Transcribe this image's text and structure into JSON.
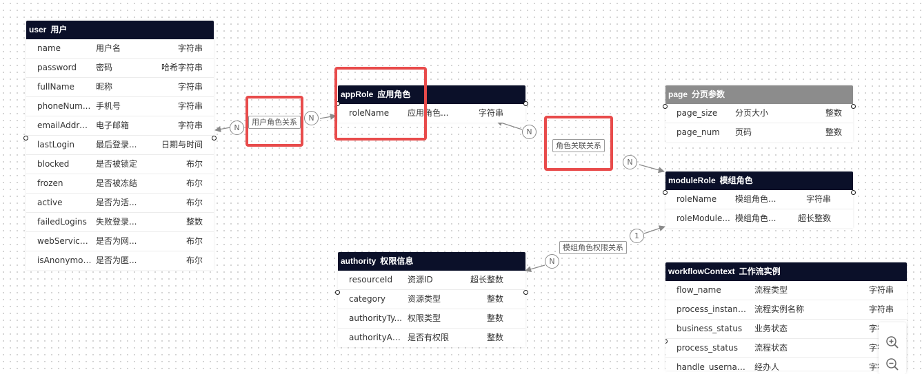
{
  "entities": {
    "user": {
      "name": "user",
      "label": "用户",
      "fields": [
        {
          "name": "name",
          "label": "用户名",
          "type": "字符串"
        },
        {
          "name": "password",
          "label": "密码",
          "type": "哈希字符串"
        },
        {
          "name": "fullName",
          "label": "昵称",
          "type": "字符串"
        },
        {
          "name": "phoneNum...",
          "label": "手机号",
          "type": "字符串"
        },
        {
          "name": "emailAddress",
          "label": "电子邮箱",
          "type": "字符串"
        },
        {
          "name": "lastLogin",
          "label": "最后登录...",
          "type": "日期与时间"
        },
        {
          "name": "blocked",
          "label": "是否被锁定",
          "type": "布尔"
        },
        {
          "name": "frozen",
          "label": "是否被冻结",
          "type": "布尔"
        },
        {
          "name": "active",
          "label": "是否为活...",
          "type": "布尔"
        },
        {
          "name": "failedLogins",
          "label": "失败登录...",
          "type": "整数"
        },
        {
          "name": "webService...",
          "label": "是否为网...",
          "type": "布尔"
        },
        {
          "name": "isAnonymous",
          "label": "是否为匿...",
          "type": "布尔"
        }
      ]
    },
    "appRole": {
      "name": "appRole",
      "label": "应用角色",
      "fields": [
        {
          "name": "roleName",
          "label": "应用角色...",
          "type": "字符串"
        }
      ]
    },
    "page": {
      "name": "page",
      "label": "分页参数",
      "fields": [
        {
          "name": "page_size",
          "label": "分页大小",
          "type": "整数"
        },
        {
          "name": "page_num",
          "label": "页码",
          "type": "整数"
        }
      ]
    },
    "moduleRole": {
      "name": "moduleRole",
      "label": "模组角色",
      "fields": [
        {
          "name": "roleName",
          "label": "模组角色...",
          "type": "字符串"
        },
        {
          "name": "roleModule...",
          "label": "模组角色...",
          "type": "超长整数"
        }
      ]
    },
    "authority": {
      "name": "authority",
      "label": "权限信息",
      "fields": [
        {
          "name": "resourceId",
          "label": "资源ID",
          "type": "超长整数"
        },
        {
          "name": "category",
          "label": "资源类型",
          "type": "整数"
        },
        {
          "name": "authorityTy...",
          "label": "权限类型",
          "type": "整数"
        },
        {
          "name": "authorityAb...",
          "label": "是否有权限",
          "type": "整数"
        }
      ]
    },
    "workflowContext": {
      "name": "workflowContext",
      "label": "工作流实例",
      "fields": [
        {
          "name": "flow_name",
          "label": "流程类型",
          "type": "字符串"
        },
        {
          "name": "process_instanc...",
          "label": "流程实例名称",
          "type": "字符串"
        },
        {
          "name": "business_status",
          "label": "业务状态",
          "type": "字符串"
        },
        {
          "name": "process_status",
          "label": "流程状态",
          "type": "字符串"
        },
        {
          "name": "handle_usernam...",
          "label": "经办人",
          "type": "字符串"
        }
      ]
    }
  },
  "relations": [
    {
      "label": "用户角色关系",
      "card_a": "N",
      "card_b": "N"
    },
    {
      "label": "角色关联关系",
      "card_a": "N",
      "card_b": "N"
    },
    {
      "label": "模组角色权限关系",
      "card_a": "1",
      "card_b": "N"
    }
  ],
  "colors": {
    "entity_header": "#0b1029",
    "entity_header_alt": "#8c8c8c",
    "highlight": "#e84b4b",
    "edge": "#8a8a8a"
  },
  "toolbar": {
    "zoom_in_icon": "zoom-in-icon",
    "zoom_out_icon": "zoom-out-icon"
  }
}
